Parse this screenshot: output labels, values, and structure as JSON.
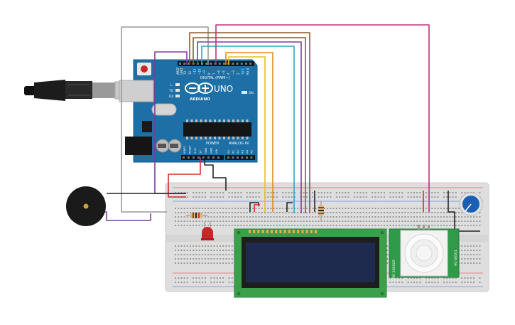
{
  "arduino": {
    "brand": "ARDUINO",
    "model": "UNO",
    "digital_label": "DIGITAL (PWM~)",
    "power_label": "POWER",
    "analog_label": "ANALOG IN",
    "aref_label": "AREF",
    "gnd_label": "GND",
    "tx_label": "TX",
    "rx_label": "RX",
    "l_label": "L",
    "on_label": "ON",
    "digital_pins": [
      "13",
      "12",
      "~11",
      "~10",
      "~9",
      "8",
      "7",
      "~6",
      "~5",
      "4",
      "~3",
      "2",
      "TX 1",
      "RX 0"
    ],
    "power_pins": [
      "IOREF",
      "RESET",
      "3.3V",
      "5V",
      "GND",
      "GND",
      "VIN"
    ],
    "analog_pins": [
      "A0",
      "A1",
      "A2",
      "A3",
      "A4",
      "A5"
    ]
  },
  "pir": {
    "label_front": "PIR SENSOR",
    "label_side": "HC-SR501"
  },
  "colors": {
    "board": "#1d6fa5",
    "breadboard": "#dedede",
    "wire_red": "#d52b2b",
    "wire_black": "#222222",
    "wire_purple": "#7b3f98",
    "wire_brown": "#8b5a2b",
    "wire_magenta": "#c0307e",
    "wire_orange": "#e08a1e",
    "wire_yellow": "#e6c21a",
    "wire_cyan": "#2aa6c8",
    "wire_gray": "#9a9a9a",
    "lcd_pcb": "#3aa14a",
    "lcd_screen": "#1e2b4e",
    "pir_pcb": "#2f9a48",
    "led": "#c62828",
    "buzzer": "#1a1a1a",
    "pot": "#1a5fb4"
  },
  "icons": [
    "usb-cable-icon",
    "arduino-logo-icon",
    "buzzer-icon",
    "led-icon",
    "resistor-icon",
    "potentiometer-icon",
    "lcd-icon",
    "pir-sensor-icon"
  ]
}
